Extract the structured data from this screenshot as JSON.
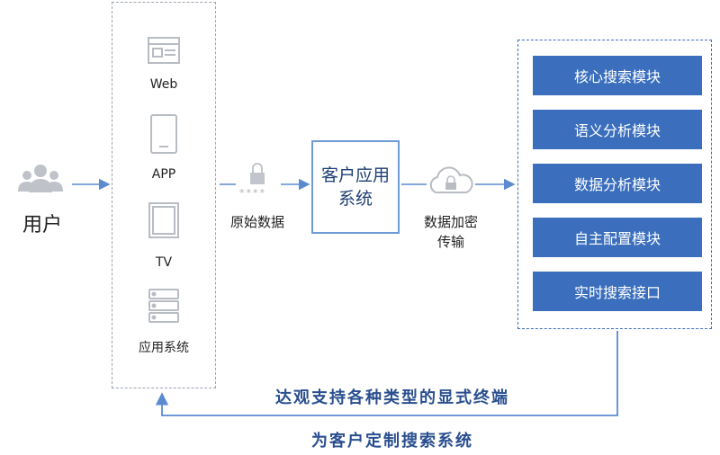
{
  "user": {
    "label": "用户",
    "icon": "users-icon"
  },
  "devices": [
    {
      "label": "Web",
      "icon": "browser-window-icon"
    },
    {
      "label": "APP",
      "icon": "phone-icon"
    },
    {
      "label": "TV",
      "icon": "tv-icon"
    },
    {
      "label": "应用系统",
      "icon": "server-icon"
    }
  ],
  "raw_data": {
    "label": "原始数据",
    "masked": "****",
    "icon": "lock-icon"
  },
  "client_system": {
    "label": "客户应用系统"
  },
  "encryption": {
    "label_line1": "数据加密",
    "label_line2": "传输",
    "icon": "cloud-lock-icon"
  },
  "modules": [
    "核心搜索模块",
    "语义分析模块",
    "数据分析模块",
    "自主配置模块",
    "实时搜索接口"
  ],
  "footer": {
    "line1": "达观支持各种类型的显式终端",
    "line2": "为客户定制搜索系统"
  },
  "colors": {
    "accent": "#3b6fbd",
    "border": "#6f9bd6",
    "arrow": "#5b8ad0",
    "icon": "#b8bcc3"
  }
}
